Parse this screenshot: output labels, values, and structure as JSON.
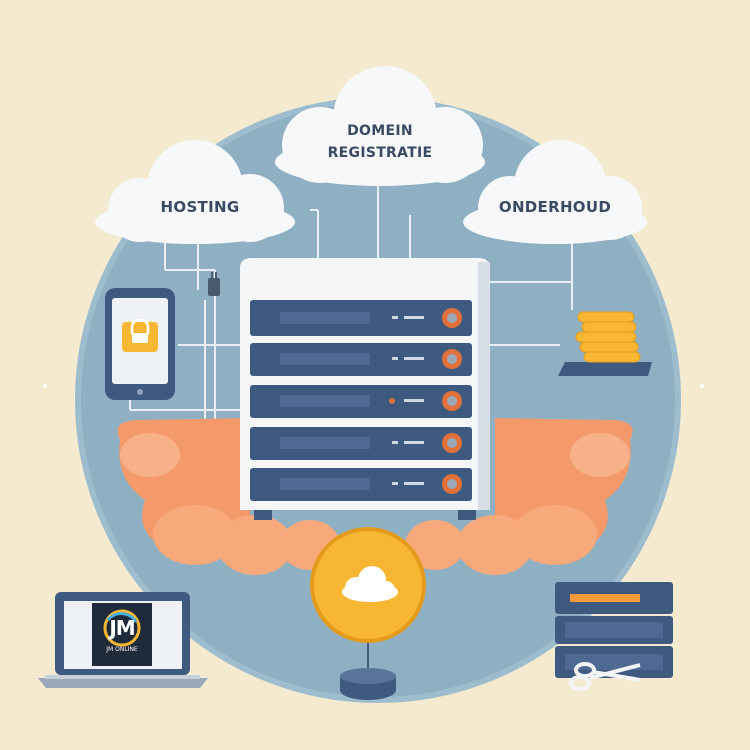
{
  "labels": {
    "hosting": "HOSTING",
    "domein_line1": "DOMEIN",
    "domein_line2": "REGISTRATIE",
    "onderhoud": "ONDERHOUD"
  },
  "logo": {
    "initials": "JM",
    "subtitle": "JM ONLINE"
  },
  "icons": [
    "server-rack-icon",
    "cloud-icon",
    "lock-icon",
    "coins-icon",
    "laptop-icon",
    "phone-icon",
    "hands-icon"
  ],
  "colors": {
    "background": "#f3ead0",
    "circle": "#8fb0c3",
    "server_body": "#f4f6f8",
    "server_slot": "#3f5a80",
    "hands": "#f49a6a",
    "coin": "#f7b733",
    "text": "#3a4a63"
  }
}
